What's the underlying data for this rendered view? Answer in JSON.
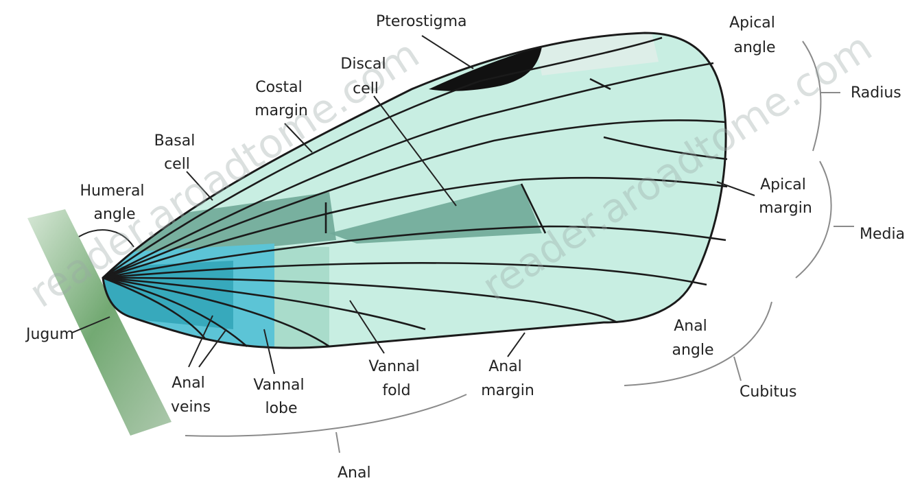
{
  "labels": {
    "pterostigma": "Pterostigma",
    "apical_angle": [
      "Apical",
      "angle"
    ],
    "radius": "Radius",
    "discal_cell": [
      "Discal",
      "cell"
    ],
    "costal_margin": [
      "Costal",
      "margin"
    ],
    "basal_cell": [
      "Basal",
      "cell"
    ],
    "humeral_angle": [
      "Humeral",
      "angle"
    ],
    "apical_margin": [
      "Apical",
      "margin"
    ],
    "media": "Media",
    "jugum": "Jugum",
    "anal_veins": [
      "Anal",
      "veins"
    ],
    "vannal_lobe": [
      "Vannal",
      "lobe"
    ],
    "vannal_fold": [
      "Vannal",
      "fold"
    ],
    "anal_margin": [
      "Anal",
      "margin"
    ],
    "anal_angle": [
      "Anal",
      "angle"
    ],
    "cubitus": "Cubitus",
    "anal": "Anal"
  },
  "watermark": [
    "reader.aroadtome.com",
    "reader.aroadtome.com"
  ],
  "colors": {
    "wing_light": "#c8eee2",
    "wing_mid": "#a9dccb",
    "wing_dark": "#6fa898",
    "basal_blue": "#5cc4d6",
    "basal_teal": "#2ea3b5",
    "pterostigma": "#111111",
    "vein": "#1a1a1a",
    "bracket": "#7a7a7a",
    "body_green": "#5a9a5a"
  }
}
